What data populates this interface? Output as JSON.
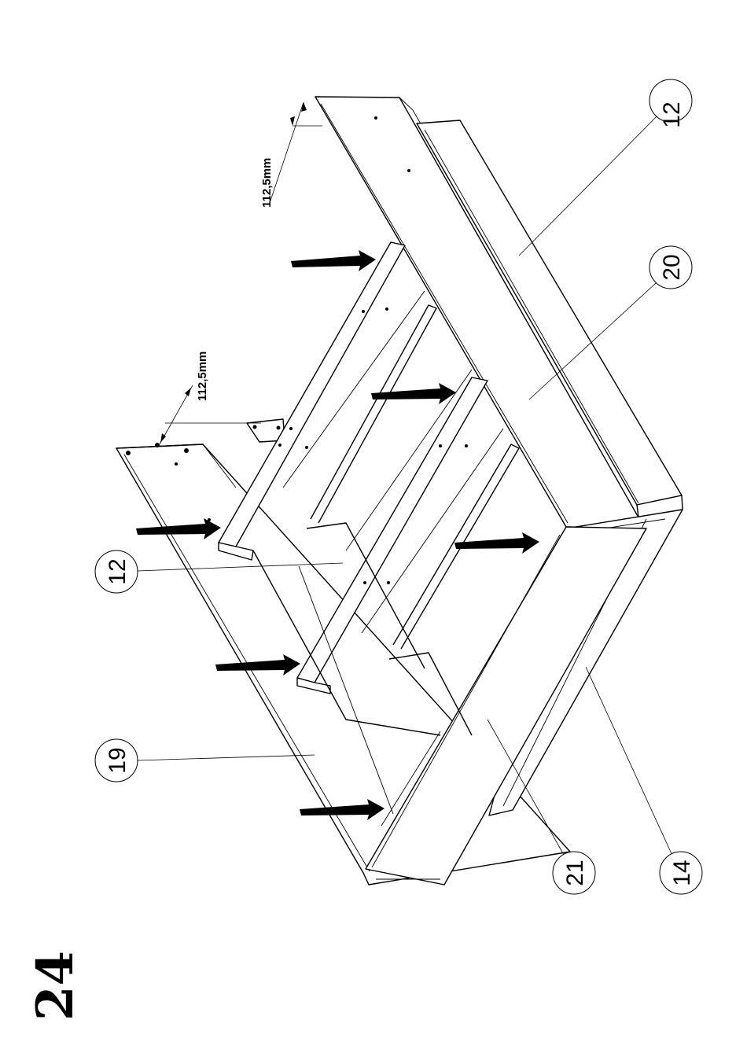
{
  "step_number": "24",
  "callouts": [
    {
      "id": "c12a",
      "label": "12"
    },
    {
      "id": "c20",
      "label": "20"
    },
    {
      "id": "c12b",
      "label": "12"
    },
    {
      "id": "c19",
      "label": "19"
    },
    {
      "id": "c21",
      "label": "21"
    },
    {
      "id": "c14",
      "label": "14"
    }
  ],
  "dimensions": [
    {
      "id": "dim-top",
      "label": "112,5mm"
    },
    {
      "id": "dim-mid",
      "label": "112,5mm"
    }
  ],
  "colors": {
    "line": "#000000",
    "background": "#ffffff"
  }
}
